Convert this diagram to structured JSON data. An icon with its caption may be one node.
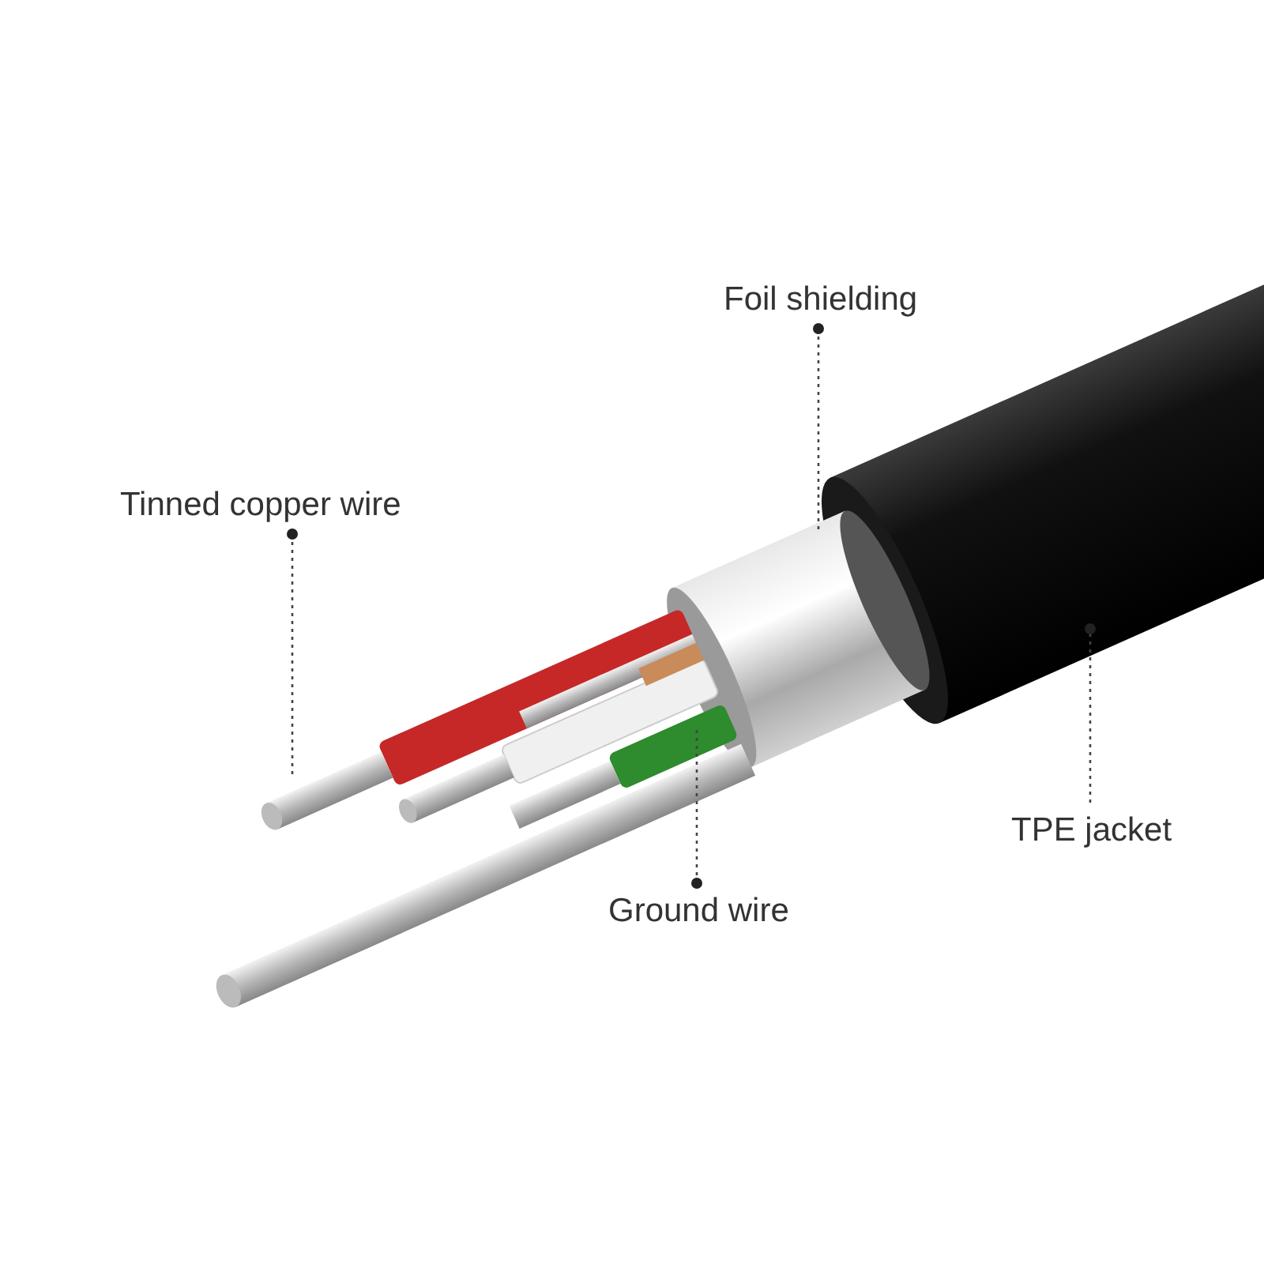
{
  "diagram": {
    "nodes": [
      {
        "text": [
          "Foil shielding"
        ]
      },
      {
        "text": [
          "Tinned copper wire"
        ]
      },
      {
        "text": [
          "TPE jacket"
        ]
      },
      {
        "text": [
          "Ground wire"
        ]
      }
    ],
    "edges": [
      {
        "from": 0,
        "to": null,
        "arrow": "other"
      },
      {
        "from": 1,
        "to": null,
        "arrow": "other"
      },
      {
        "from": 2,
        "to": null,
        "arrow": "other"
      },
      {
        "from": 3,
        "to": null,
        "arrow": "other"
      }
    ]
  }
}
